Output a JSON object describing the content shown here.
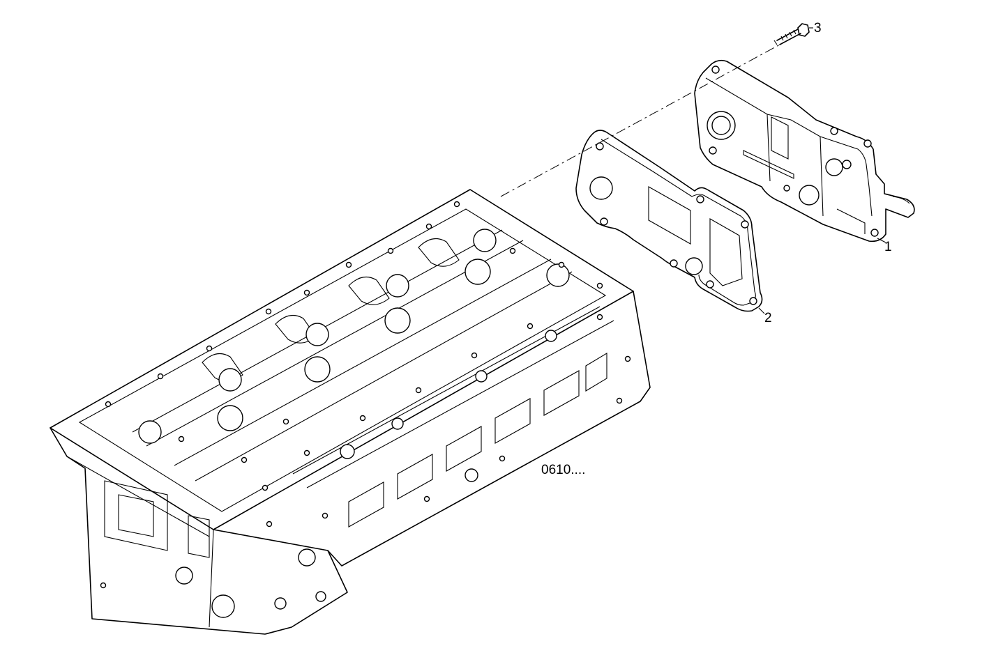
{
  "callouts": {
    "cover": "1",
    "gasket": "2",
    "bolt": "3"
  },
  "reference_code": "0610....",
  "colors": {
    "line": "#000000",
    "background": "#ffffff"
  }
}
